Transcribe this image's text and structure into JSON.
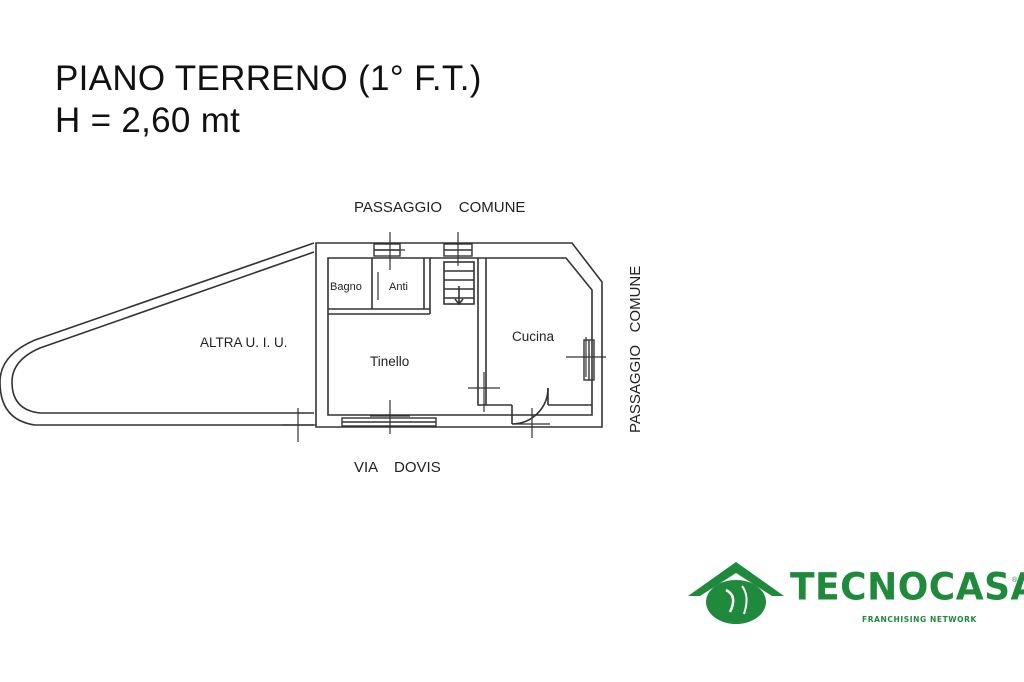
{
  "title": {
    "line1": "PIANO TERRENO (1° F.T.)",
    "line2": "H = 2,60 mt"
  },
  "plan": {
    "labels": {
      "passage_top": "PASSAGGIO    COMUNE",
      "passage_right": "PASSAGGIO   COMUNE",
      "street": "VIA    DOVIS",
      "other_unit": "ALTRA U. I. U.",
      "bathroom": "Bagno",
      "antibathroom": "Anti",
      "living": "Tinello",
      "kitchen": "Cucina"
    }
  },
  "logo": {
    "name": "TECNOCASA",
    "registered": "®",
    "subtitle": "FRANCHISING NETWORK",
    "color": "#1f8a3c"
  }
}
